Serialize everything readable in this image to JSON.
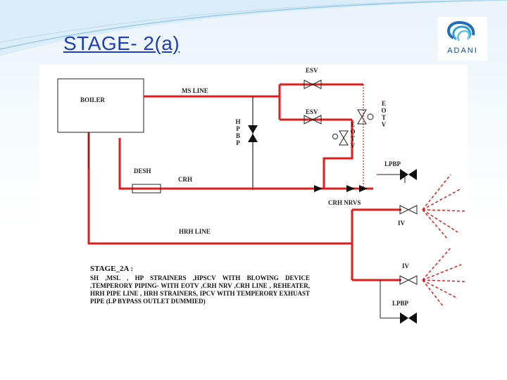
{
  "slide": {
    "title": "STAGE- 2(a)",
    "logo_text": "ADANI"
  },
  "colors": {
    "title": "#1f3fb8",
    "pipe_red": "#e01e1e",
    "line_black": "#222222",
    "dashed_red": "#e01e1e"
  },
  "labels": {
    "boiler": "BOILER",
    "ms_line": "MS LINE",
    "esv_top": "ESV",
    "esv_mid": "ESV",
    "eotv_right": [
      "E",
      "O",
      "T",
      "V"
    ],
    "eotv_mid": [
      "E",
      "O",
      "T",
      "V"
    ],
    "hpbp": [
      "H",
      "P",
      "B",
      "P"
    ],
    "desh": "DESH",
    "crh": "CRH",
    "crh_nrvs": "CRH NRVS",
    "lpbp_top": "LPBP",
    "iv_mid": "IV",
    "hrh_line": "HRH LINE",
    "iv_bottom": "IV",
    "lpbp_bottom": "LPBP"
  },
  "stage_notes": {
    "title": "STAGE_2A :",
    "body": "SH ,MSL , HP STRAINERS ,HPSCV WITH BLOWING DEVICE ,TEMPERORY PIPING- WITH EOTV ,CRH NRV ,CRH LINE , REHEATER, HRH PIPE LINE , HRH STRAINERS, IPCV WITH TEMPERORY EXHUAST PIPE (LP BYPASS OUTLET DUMMIED)"
  }
}
